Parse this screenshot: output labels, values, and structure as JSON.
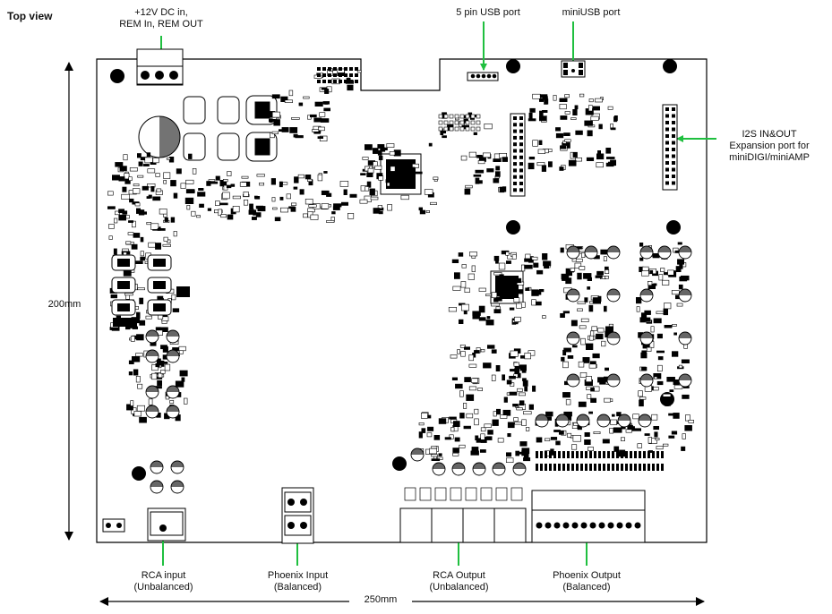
{
  "view_title": "Top view",
  "callouts": {
    "power": [
      "+12V DC in,",
      "REM In, REM OUT"
    ],
    "usb5pin": "5 pin USB port",
    "miniusb": "miniUSB port",
    "i2s": [
      "I2S IN&OUT",
      "Expansion port for",
      "miniDIGI/miniAMP"
    ],
    "rca_in": [
      "RCA input",
      "(Unbalanced)"
    ],
    "phoenix_in": [
      "Phoenix Input",
      "(Balanced)"
    ],
    "rca_out": [
      "RCA Output",
      "(Unbalanced)"
    ],
    "phoenix_out": [
      "Phoenix Output",
      "(Balanced)"
    ]
  },
  "dimensions": {
    "height": "200mm",
    "width": "250mm"
  },
  "colors": {
    "callout_arrow": "#1fbf3f",
    "board_line": "#000000",
    "dim_arrow": "#000000"
  }
}
